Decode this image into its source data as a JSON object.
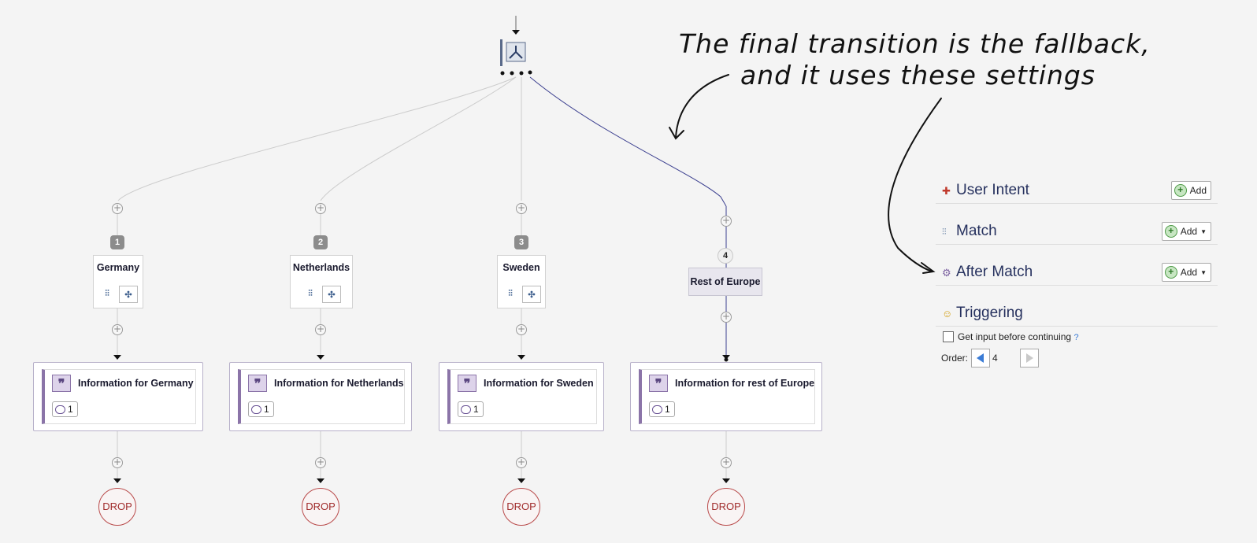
{
  "annotation": {
    "line1": "The final transition is the fallback,",
    "line2": "and it uses these settings"
  },
  "transitions": [
    {
      "order": "1",
      "name": "Germany"
    },
    {
      "order": "2",
      "name": "Netherlands"
    },
    {
      "order": "3",
      "name": "Sweden"
    },
    {
      "order": "4",
      "name": "Rest of Europe"
    }
  ],
  "outputs": [
    {
      "title": "Information for Germany",
      "count": "1"
    },
    {
      "title": "Information for Netherlands",
      "count": "1"
    },
    {
      "title": "Information for Sweden",
      "count": "1"
    },
    {
      "title": "Information for rest of Europe",
      "count": "1"
    }
  ],
  "drops": [
    "DROP",
    "DROP",
    "DROP",
    "DROP"
  ],
  "panel": {
    "sections": [
      {
        "label": "User Intent",
        "icon": "user-intent-icon",
        "button": "Add",
        "dropdown": false
      },
      {
        "label": "Match",
        "icon": "match-icon",
        "button": "Add",
        "dropdown": true
      },
      {
        "label": "After Match",
        "icon": "after-match-icon",
        "button": "Add",
        "dropdown": true
      },
      {
        "label": "Triggering",
        "icon": "person-icon"
      }
    ],
    "get_input_label": "Get input before continuing",
    "get_input_checked": false,
    "help": "?",
    "order_label": "Order:",
    "order_value": "4"
  },
  "colors": {
    "accent_purple": "#8b74a8",
    "drop_red": "#a02b2b",
    "fallback_line": "#3b3f8f",
    "add_green": "#4d9a46"
  }
}
